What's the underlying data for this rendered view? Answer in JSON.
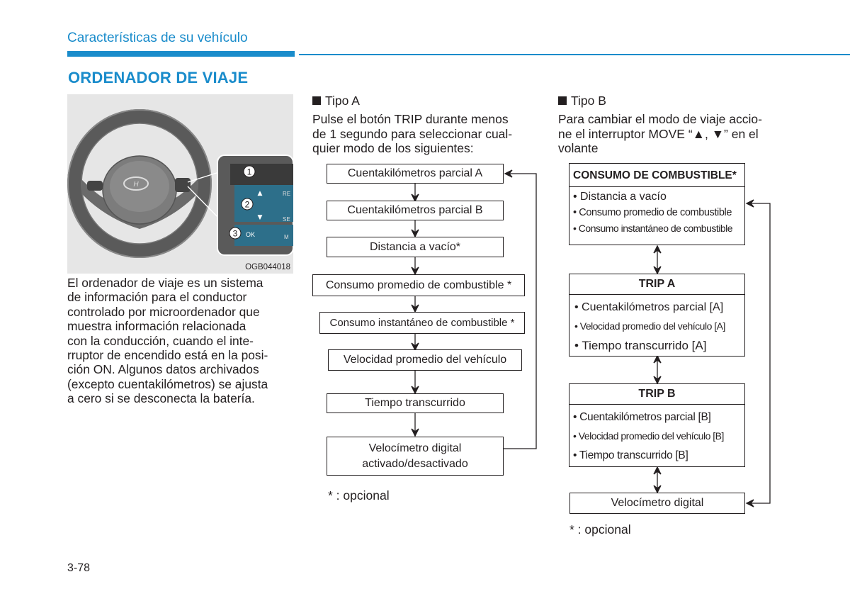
{
  "header": {
    "section_title": "Características de su vehículo",
    "accent_color": "#1a8ccb"
  },
  "page_title": "ORDENADOR DE VIAJE",
  "figure": {
    "code": "OGB044018",
    "callouts": [
      "1",
      "2",
      "3"
    ],
    "button_labels": [
      "▲",
      "▼",
      "OK",
      "RE",
      "SE",
      "M"
    ]
  },
  "intro_lines": [
    "El ordenador de viaje es un sistema",
    "de información para el conductor",
    "controlado por microordenador que",
    "muestra información relacionada",
    "con la conducción, cuando el inte-",
    "rruptor de encendido está en la posi-",
    "ción ON. Algunos datos archivados",
    "(excepto cuentakilómetros) se ajusta",
    "a cero si se desconecta la batería."
  ],
  "tipo_a": {
    "heading": "Tipo A",
    "text_lines": [
      "Pulse el botón TRIP durante menos",
      "de 1 segundo para seleccionar cual-",
      "quier modo de los siguientes:"
    ],
    "boxes": [
      "Cuentakilómetros parcial A",
      "Cuentakilómetros parcial B",
      "Distancia a vacío*",
      "Consumo promedio de combustible *",
      "Consumo instantáneo de combustible *",
      "Velocidad promedio del vehículo",
      "Tiempo transcurrido"
    ],
    "last_box_lines": [
      "Velocímetro digital",
      "activado/desactivado"
    ],
    "note": "* : opcional"
  },
  "tipo_b": {
    "heading": "Tipo B",
    "text_lines": [
      "Para cambiar el modo de viaje accio-",
      "ne el interruptor MOVE  “▲, ▼” en el",
      "volante"
    ],
    "fuel_box": {
      "title": "CONSUMO DE COMBUSTIBLE*",
      "items": [
        "• Distancia a vacío",
        "• Consumo promedio de combustible",
        "• Consumo instantáneo de combustible"
      ]
    },
    "trip_a": {
      "title": "TRIP A",
      "items": [
        "• Cuentakilómetros parcial [A]",
        "• Velocidad promedio del vehículo [A]",
        "• Tiempo transcurrido [A]"
      ]
    },
    "trip_b": {
      "title": "TRIP B",
      "items": [
        "• Cuentakilómetros parcial [B]",
        "• Velocidad promedio del vehículo [B]",
        "• Tiempo transcurrido [B]"
      ]
    },
    "speed_box": "Velocímetro digital",
    "note": "* : opcional"
  },
  "page_number": "3-78"
}
